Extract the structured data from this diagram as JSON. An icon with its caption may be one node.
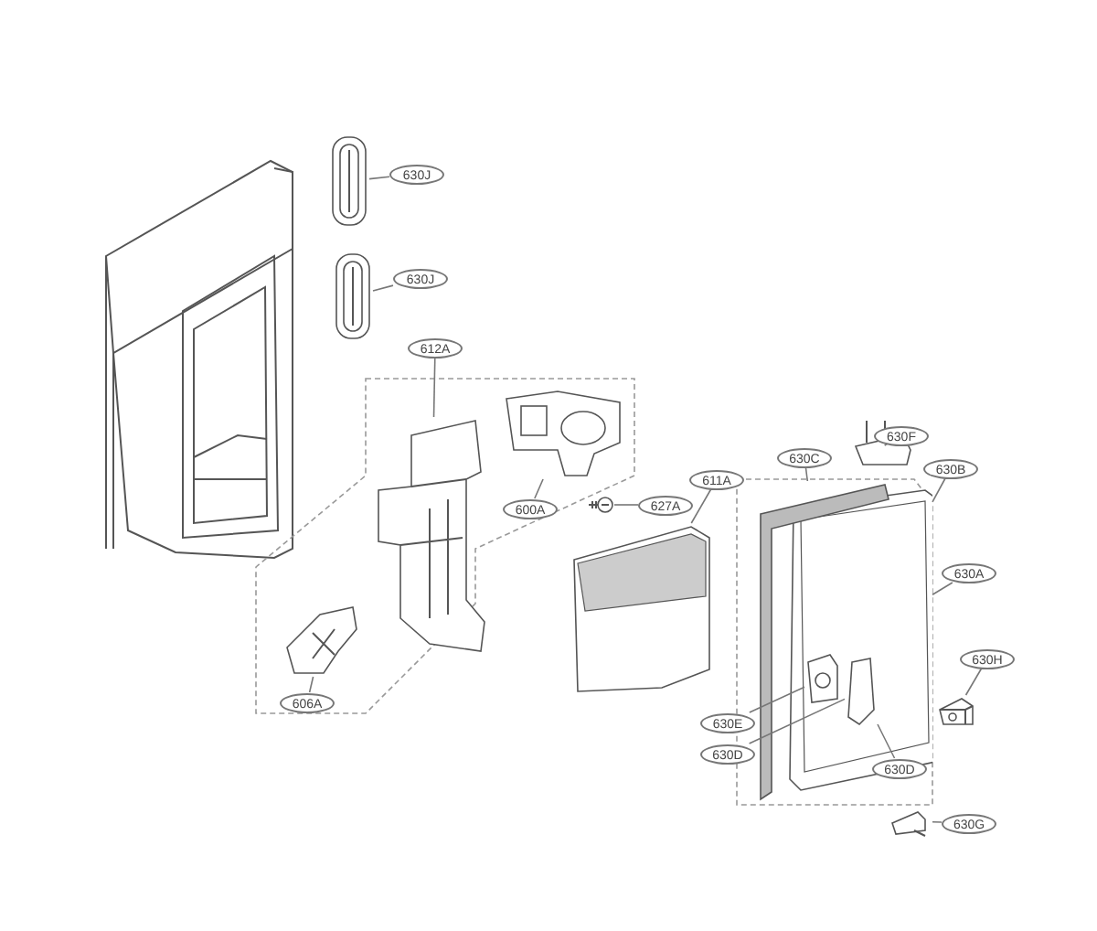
{
  "diagram": {
    "nodes": [
      {
        "text": [
          "630J"
        ]
      },
      {
        "text": [],
        "shape": "picture"
      },
      {
        "text": [
          "630J"
        ]
      },
      {
        "text": [],
        "shape": "picture"
      },
      {
        "text": [
          "612A"
        ]
      },
      {
        "text": [],
        "shape": "picture"
      },
      {
        "text": [
          "600A"
        ]
      },
      {
        "text": [],
        "shape": "picture"
      },
      {
        "text": [
          "606A"
        ]
      },
      {
        "text": [],
        "shape": "picture"
      },
      {
        "text": [
          "627A"
        ]
      },
      {
        "text": [],
        "shape": "picture"
      },
      {
        "text": [
          "611A"
        ]
      },
      {
        "text": [],
        "shape": "picture"
      },
      {
        "text": [
          "630F"
        ]
      },
      {
        "text": [],
        "shape": "picture"
      },
      {
        "text": [
          "630B"
        ]
      },
      {
        "text": [],
        "shape": "picture"
      },
      {
        "text": [
          "630C"
        ]
      },
      {
        "text": [],
        "shape": "picture"
      },
      {
        "text": [
          "630A"
        ]
      },
      {
        "text": [
          "630E"
        ]
      },
      {
        "text": [],
        "shape": "picture",
        "in": 17
      },
      {
        "text": [
          "630D"
        ]
      },
      {
        "text": [],
        "shape": "picture",
        "in": 17
      },
      {
        "text": [
          "630D"
        ],
        "in": 17
      },
      {
        "text": [
          "630H"
        ]
      },
      {
        "text": [],
        "shape": "picture"
      },
      {
        "text": [
          "630G"
        ]
      },
      {
        "text": [],
        "shape": "picture"
      }
    ],
    "edges": [
      {
        "from": 0,
        "to": 1,
        "arrow": "none"
      },
      {
        "from": 2,
        "to": 3,
        "arrow": "none"
      },
      {
        "from": 4,
        "to": 5,
        "arrow": "none"
      },
      {
        "from": 6,
        "to": 7,
        "arrow": "none"
      },
      {
        "from": 8,
        "to": 9,
        "arrow": "none"
      },
      {
        "from": 10,
        "to": 11,
        "arrow": "none"
      },
      {
        "from": 12,
        "to": 13,
        "arrow": "none"
      },
      {
        "from": 14,
        "to": 15,
        "arrow": "none"
      },
      {
        "from": 16,
        "to": 17,
        "arrow": "none"
      },
      {
        "from": 18,
        "to": 19,
        "arrow": "none"
      },
      {
        "from": 20,
        "to": 17,
        "arrow": "none"
      },
      {
        "from": 21,
        "to": 22,
        "arrow": "none"
      },
      {
        "from": 23,
        "to": 24,
        "arrow": "none"
      },
      {
        "from": 25,
        "to": 24,
        "arrow": "none"
      },
      {
        "from": 26,
        "to": 27,
        "arrow": "none"
      },
      {
        "from": 28,
        "to": 29,
        "arrow": "none"
      }
    ]
  }
}
